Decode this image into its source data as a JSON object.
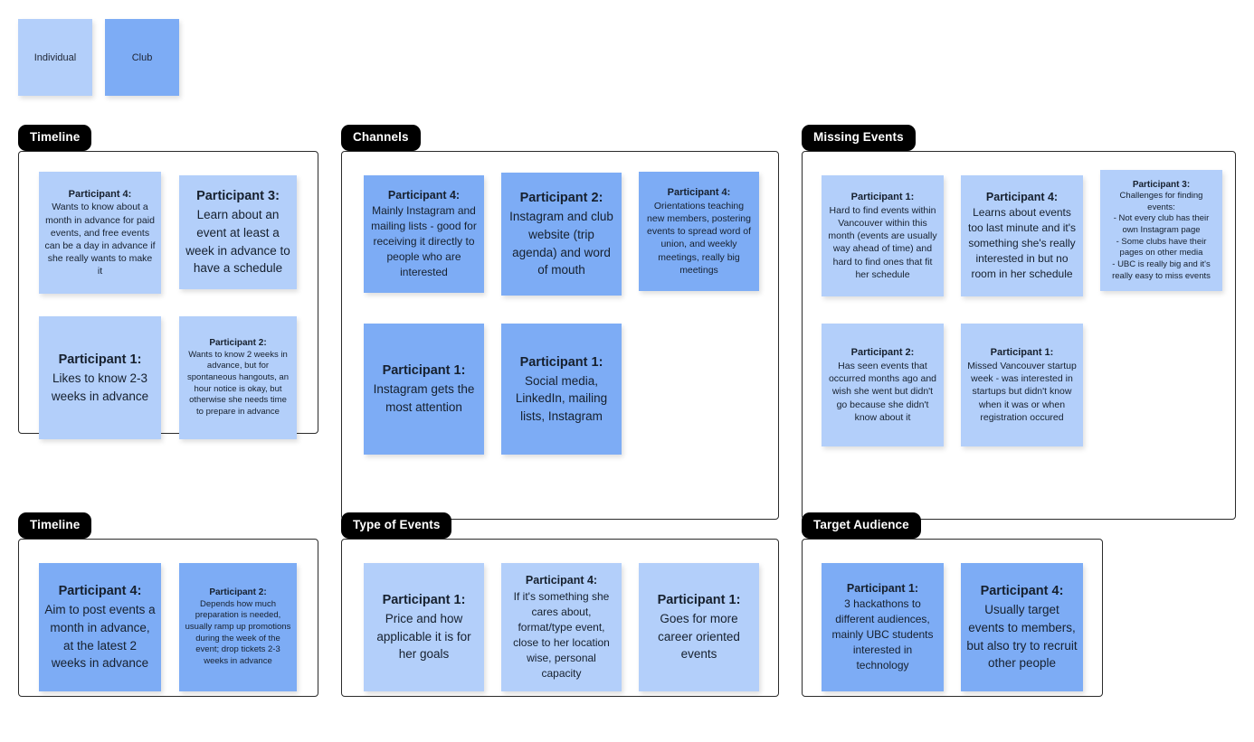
{
  "legend": {
    "items": [
      {
        "label": "Individual",
        "type": "individual",
        "color": "#b3cffa"
      },
      {
        "label": "Club",
        "type": "club",
        "color": "#7dacf5"
      }
    ]
  },
  "colors": {
    "individual": "#b3cffa",
    "club": "#7dacf5",
    "header_bg": "#000000",
    "header_text": "#ffffff",
    "panel_border": "#2b2b2b",
    "note_text": "#16202e",
    "background": "#ffffff"
  },
  "groups": [
    {
      "id": "timeline-top",
      "title": "Timeline",
      "notes": [
        {
          "who": "Participant 4:",
          "body": "Wants to know about a month in advance for paid events, and free events can be a day in advance if she really wants to make it",
          "type": "individual",
          "size": "sm"
        },
        {
          "who": "Participant 3:",
          "body": "Learn about an event at least a week in advance to have a schedule",
          "type": "individual",
          "size": "lg"
        },
        {
          "who": "Participant 1:",
          "body": "Likes to know 2-3 weeks in advance",
          "type": "individual",
          "size": "lg"
        },
        {
          "who": "Participant 2:",
          "body": "Wants to know 2 weeks in advance, but for spontaneous hangouts, an hour notice is okay, but otherwise she needs time to prepare in advance",
          "type": "individual",
          "size": "xs"
        }
      ]
    },
    {
      "id": "channels",
      "title": "Channels",
      "notes": [
        {
          "who": "Participant 4:",
          "body": "Mainly Instagram and mailing lists - good for receiving it directly to people who are interested",
          "type": "club",
          "size": "md"
        },
        {
          "who": "Participant 2:",
          "body": "Instagram and club website (trip agenda) and word of mouth",
          "type": "club",
          "size": "lg"
        },
        {
          "who": "Participant 4:",
          "body": "Orientations teaching new members, postering events to spread word of union, and weekly meetings, really big meetings",
          "type": "club",
          "size": "sm"
        },
        {
          "who": "Participant 1:",
          "body": "Instagram gets the most attention",
          "type": "club",
          "size": "lg"
        },
        {
          "who": "Participant 1:",
          "body": "Social media, LinkedIn, mailing lists, Instagram",
          "type": "club",
          "size": "lg"
        }
      ]
    },
    {
      "id": "missing-events",
      "title": "Missing Events",
      "notes": [
        {
          "who": "Participant 1:",
          "body": "Hard to find events within Vancouver within this month (events are usually way ahead of time) and hard to find ones that fit her schedule",
          "type": "individual",
          "size": "sm"
        },
        {
          "who": "Participant 4:",
          "body": "Learns about events too last minute and it's something she's really interested in but no room in her schedule",
          "type": "individual",
          "size": "md"
        },
        {
          "who": "Participant 3:",
          "body": "Challenges for finding events:\n- Not every club has their own Instagram page\n- Some clubs have their pages on other media\n- UBC is really big and it's really easy to miss events",
          "type": "individual",
          "size": "sm"
        },
        {
          "who": "Participant 2:",
          "body": "Has seen events that occurred months ago and wish she went but didn't go because she didn't know about it",
          "type": "individual",
          "size": "sm"
        },
        {
          "who": "Participant 1:",
          "body": "Missed Vancouver startup week - was interested in startups but didn't know when it was or when registration occured",
          "type": "individual",
          "size": "sm"
        }
      ]
    },
    {
      "id": "timeline-bottom",
      "title": "Timeline",
      "notes": [
        {
          "who": "Participant 4:",
          "body": "Aim to post events a month in advance, at the latest 2 weeks in advance",
          "type": "club",
          "size": "lg"
        },
        {
          "who": "Participant 2:",
          "body": "Depends how much preparation is needed, usually ramp up promotions during the week of the event; drop tickets 2-3 weeks in advance",
          "type": "club",
          "size": "xs"
        }
      ]
    },
    {
      "id": "type-of-events",
      "title": "Type of Events",
      "notes": [
        {
          "who": "Participant 1:",
          "body": "Price and how applicable it is for her goals",
          "type": "individual",
          "size": "lg"
        },
        {
          "who": "Participant 4:",
          "body": "If it's something she cares about, format/type event, close to her location wise, personal capacity",
          "type": "individual",
          "size": "md"
        },
        {
          "who": "Participant 1:",
          "body": "Goes for more career oriented events",
          "type": "individual",
          "size": "lg"
        }
      ]
    },
    {
      "id": "target-audience",
      "title": "Target Audience",
      "notes": [
        {
          "who": "Participant 1:",
          "body": "3 hackathons to different audiences, mainly UBC students interested in technology",
          "type": "club",
          "size": "md"
        },
        {
          "who": "Participant 4:",
          "body": "Usually target events to members, but also try to recruit other people",
          "type": "club",
          "size": "lg"
        }
      ]
    }
  ]
}
